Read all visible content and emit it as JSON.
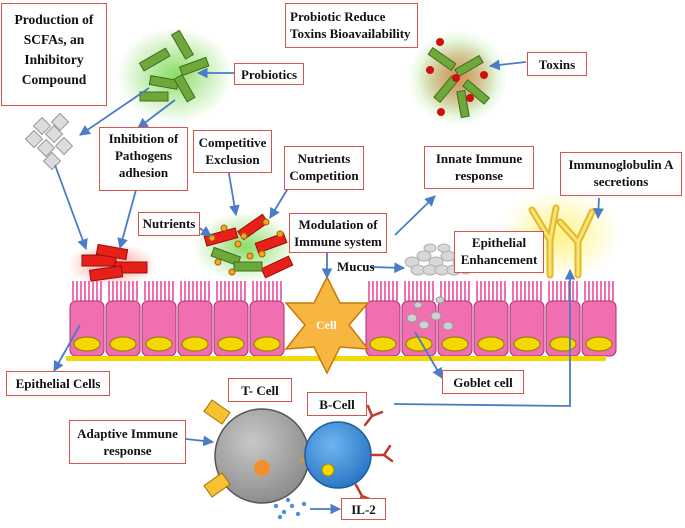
{
  "labels": {
    "scfa": "Production of\nSCFAs, an\nInhibitory\nCompound",
    "probiotics": "Probiotics",
    "probiotic_reduce": "Probiotic      Reduce\nToxins Bioavailability",
    "toxins": "Toxins",
    "inhibition": "Inhibition of\nPathogens\nadhesion",
    "competitive": "Competitive\nExclusion",
    "nutrients_competition": "Nutrients\nCompetition",
    "innate": "Innate Immune\nresponse",
    "immunoglobulin": "Immunoglobulin A\nsecretions",
    "nutrients": "Nutrients",
    "modulation": "Modulation of\nImmune system",
    "mucus": "Mucus",
    "epithelial_enhancement": "Epithelial\nEnhancement",
    "cell": "Cell",
    "epithelial_cells": "Epithelial Cells",
    "goblet": "Goblet cell",
    "tcell": "T- Cell",
    "bcell": "B-Cell",
    "adaptive": "Adaptive Immune\nresponse",
    "il2": "IL-2"
  },
  "colors": {
    "label_border": "#d9534f",
    "arrow": "#4a7cc7",
    "cell_fill": "#f06fb0",
    "nucleus": "#f5d800",
    "bacteria_green": "#6fa83a",
    "pathogen_red": "#e8201a",
    "star": "#f7b63f",
    "tcell": "#9e9e9e",
    "bcell": "#3c8fd8"
  }
}
